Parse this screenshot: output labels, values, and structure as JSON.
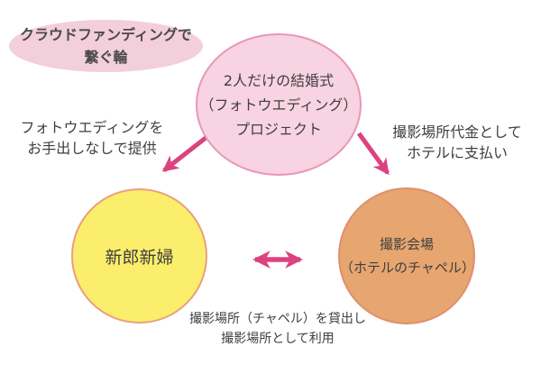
{
  "badge": {
    "line1": "クラウドファンディングで",
    "line2": "繋ぐ輪"
  },
  "nodes": {
    "project": {
      "line1": "2人だけの結婚式",
      "line2": "（フォトウエディング）",
      "line3": "プロジェクト"
    },
    "couple": {
      "label": "新郎新婦"
    },
    "venue": {
      "line1": "撮影会場",
      "line2": "（ホテルのチャペル）"
    }
  },
  "labels": {
    "left": {
      "line1": "フォトウエディングを",
      "line2": "お手出しなしで提供"
    },
    "right": {
      "line1": "撮影場所代金として",
      "line2": "ホテルに支払い"
    },
    "bottom": {
      "line1": "撮影場所（チャペル）を貸出し",
      "line2": "撮影場所として利用"
    }
  },
  "colors": {
    "arrow": "#dc4280",
    "badge_fill": "#f3cedb",
    "project_fill": "#f8d3e1",
    "project_border": "#e996b8",
    "couple_fill": "#faee6c",
    "couple_border": "#eb9e7e",
    "venue_fill": "#e7a56f",
    "venue_border": "#e08f6f",
    "text": "#3f3f3f"
  }
}
